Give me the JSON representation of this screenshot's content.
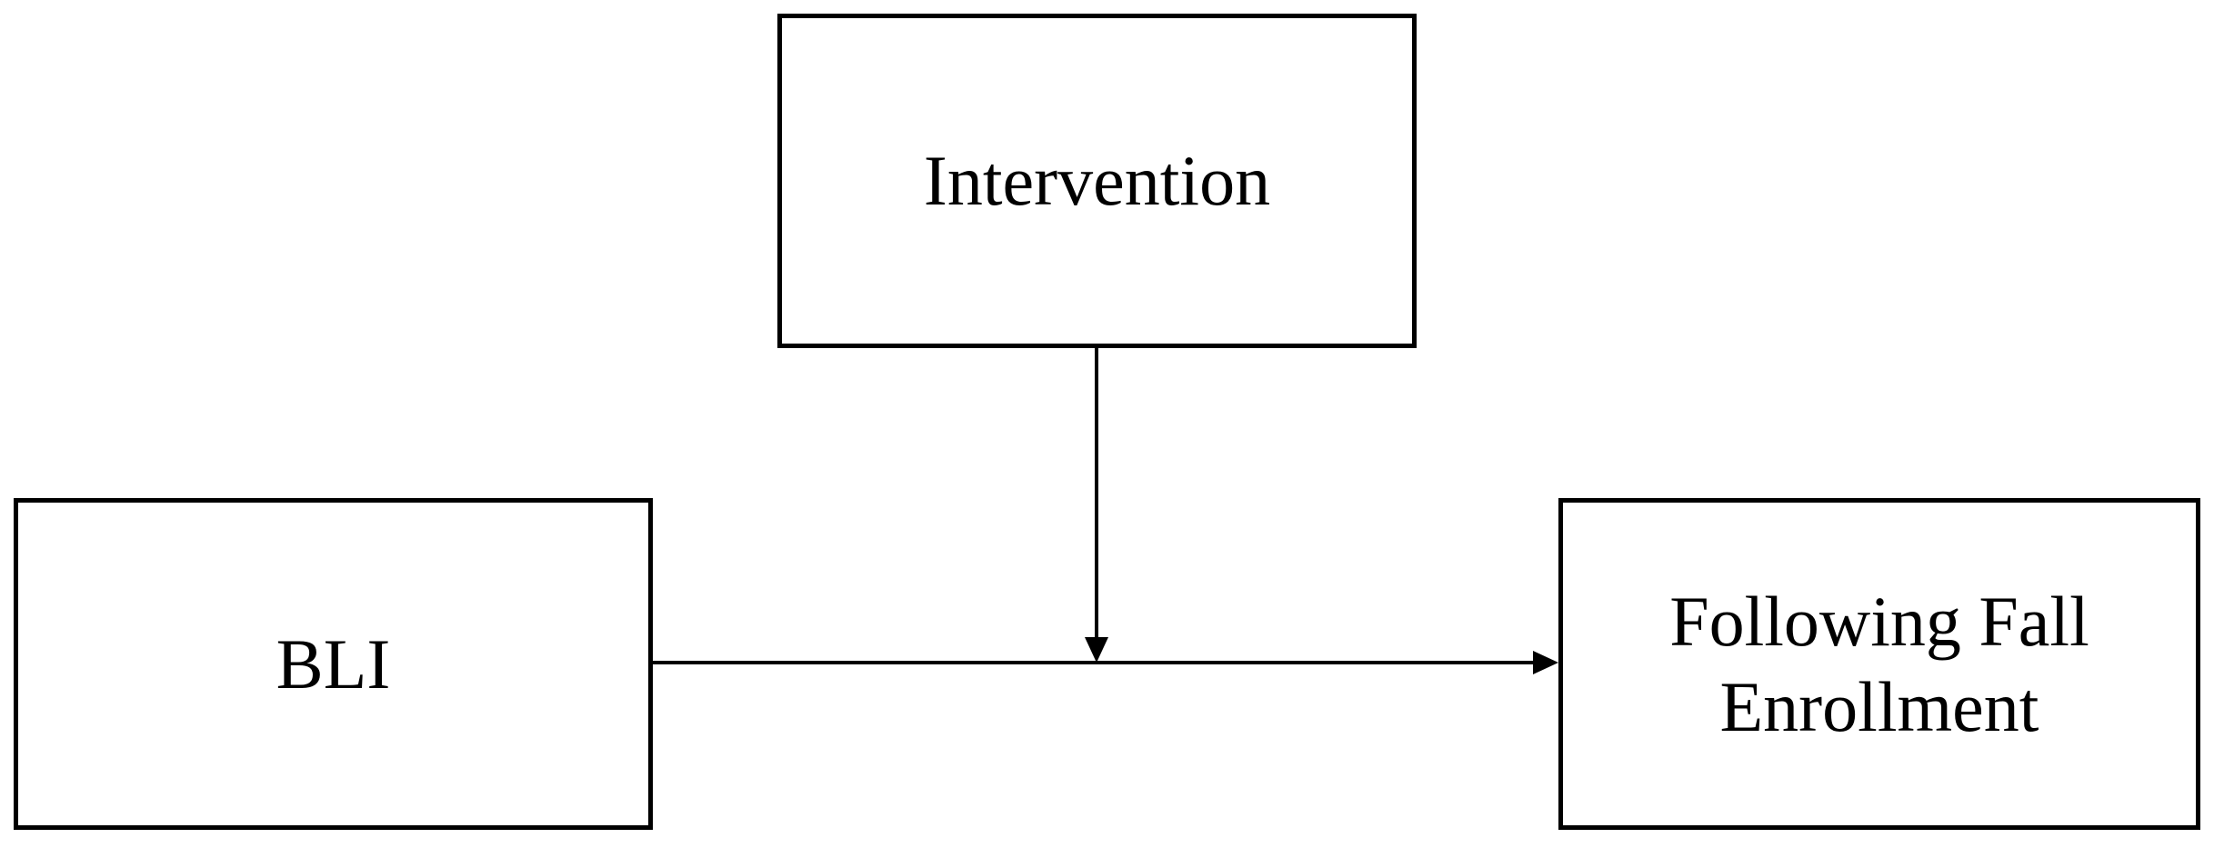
{
  "diagram": {
    "nodes": {
      "intervention": {
        "label": "Intervention"
      },
      "bli": {
        "label": "BLI"
      },
      "outcome": {
        "line1": "Following Fall",
        "line2": "Enrollment"
      }
    },
    "edges": [
      {
        "from": "bli",
        "to": "outcome",
        "type": "arrow"
      },
      {
        "from": "intervention",
        "to": "bli-outcome-path",
        "type": "moderation-arrow"
      }
    ],
    "colors": {
      "stroke": "#000000",
      "background": "#ffffff"
    }
  }
}
